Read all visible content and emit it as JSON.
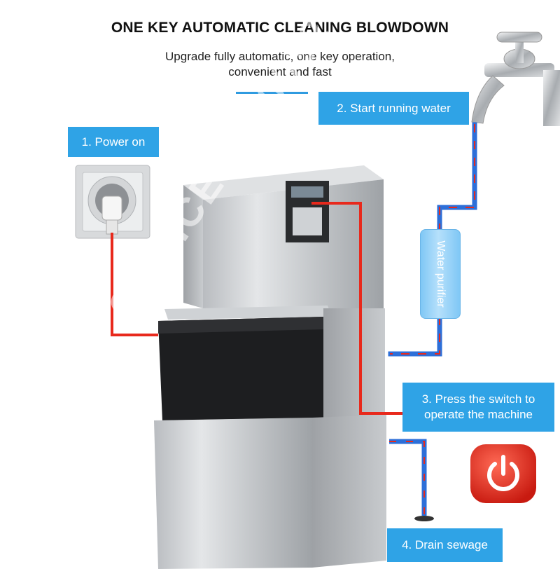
{
  "title": "ONE KEY AUTOMATIC CLEANING BLOWDOWN",
  "subtitle_line1": "Upgrade fully automatic, one key operation,",
  "subtitle_line2": "convenient and fast",
  "steps": {
    "step1": "1. Power on",
    "step2": "2. Start running water",
    "step3_line1": "3. Press the switch to",
    "step3_line2": "operate the machine",
    "step4": "4. Drain sewage"
  },
  "purifier_label": "Water purifier",
  "watermark": "CHOICE 2610032717",
  "colors": {
    "step_box": "#2fa3e6",
    "power_line": "#e8291c",
    "water_line": "#2d6fd8",
    "power_button": "#e8291c"
  }
}
